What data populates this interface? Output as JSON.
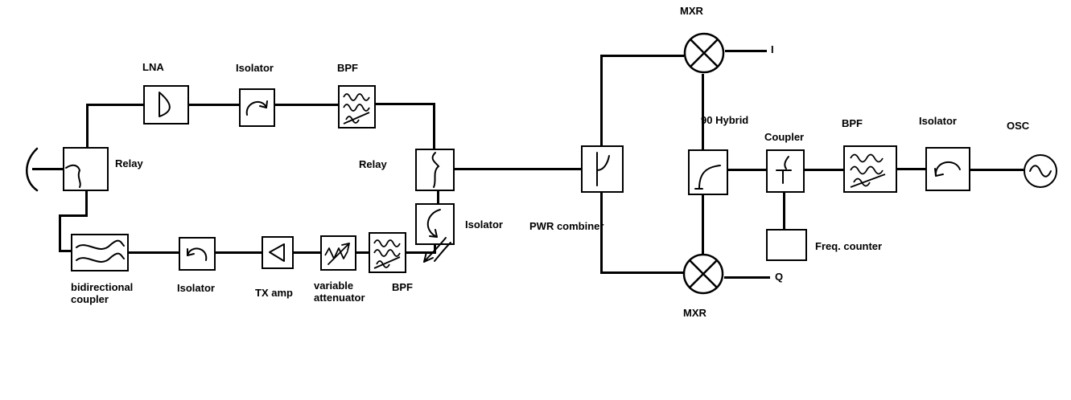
{
  "diagram": {
    "rx_path": {
      "relay_left": "Relay",
      "lna": "LNA",
      "isolator": "Isolator",
      "bpf": "BPF",
      "relay_right": "Relay",
      "isolator_mid": "Isolator"
    },
    "tx_path": {
      "bidirectional_coupler": "bidirectional coupler",
      "isolator": "Isolator",
      "tx_amp": "TX amp",
      "variable_attenuator": "variable attenuator",
      "bpf": "BPF"
    },
    "mixer_section": {
      "pwr_combiner": "PWR combiner",
      "mxr_top": "MXR",
      "port_i": "I",
      "hybrid_90": "90 Hybrid",
      "mxr_bottom": "MXR",
      "port_q": "Q"
    },
    "lo_chain": {
      "coupler": "Coupler",
      "freq_counter": "Freq. counter",
      "bpf": "BPF",
      "isolator": "Isolator",
      "osc": "OSC"
    },
    "colors": {
      "ink": "#000000",
      "background": "#ffffff"
    }
  }
}
